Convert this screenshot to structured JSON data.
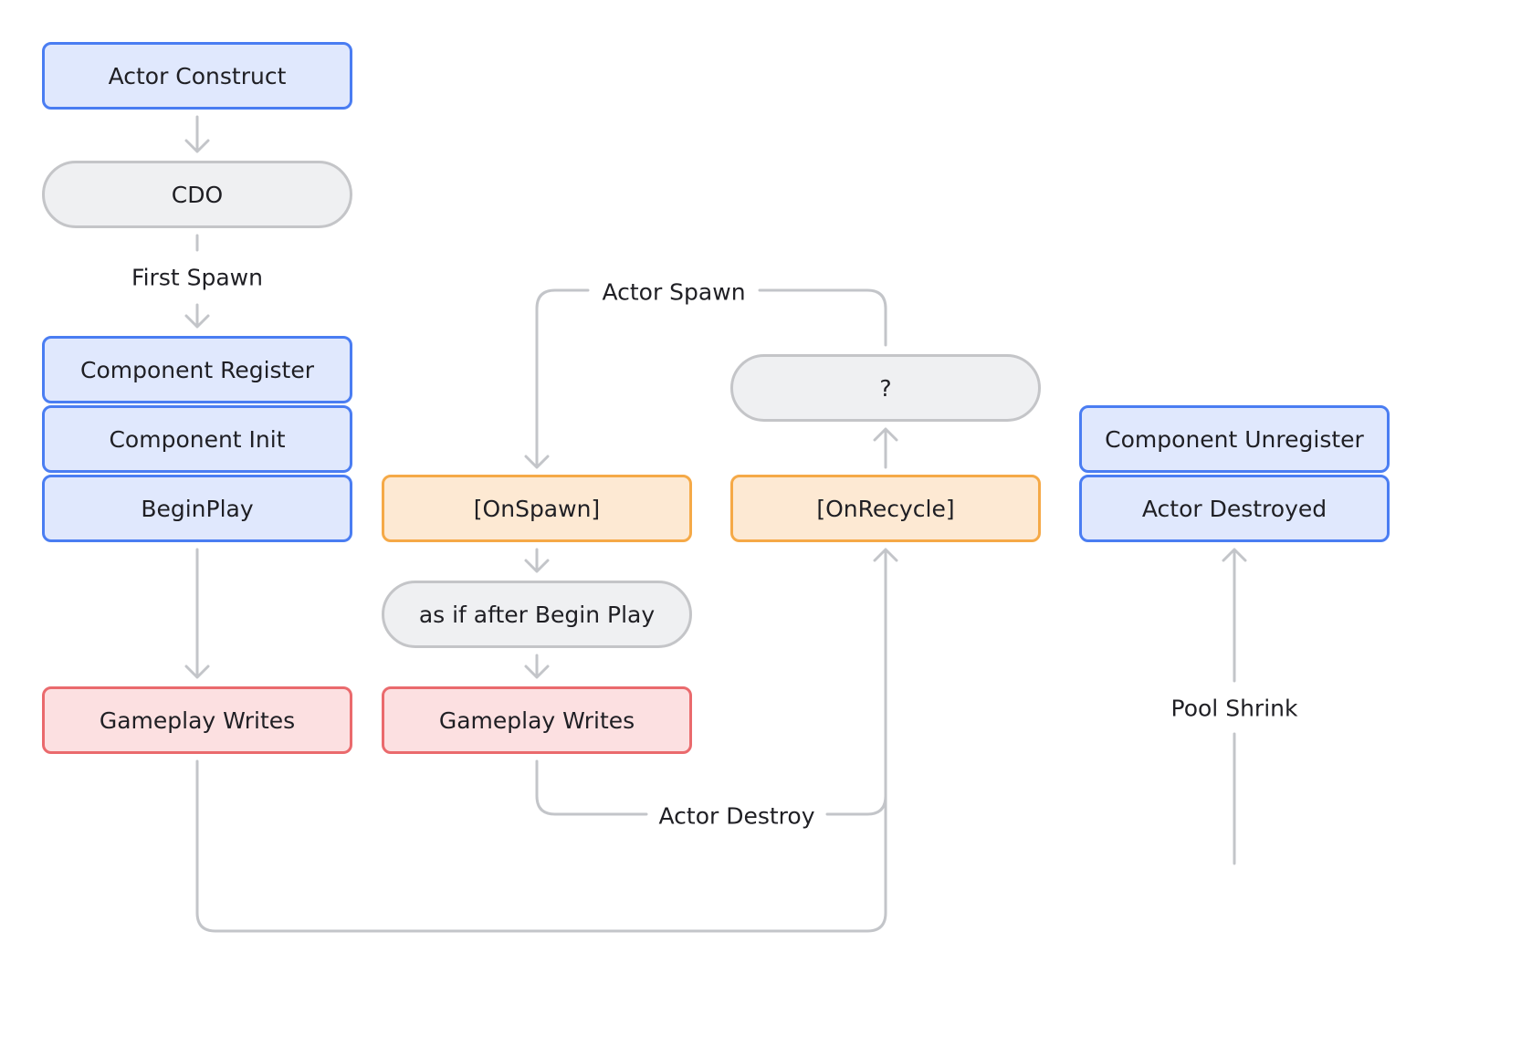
{
  "nodes": {
    "actor_construct": "Actor Construct",
    "cdo": "CDO",
    "component_register": "Component Register",
    "component_init": "Component Init",
    "begin_play": "BeginPlay",
    "gameplay_writes_1": "Gameplay Writes",
    "on_spawn": "[OnSpawn]",
    "as_if_after_begin_play": "as if after Begin Play",
    "gameplay_writes_2": "Gameplay Writes",
    "unknown": "?",
    "on_recycle": "[OnRecycle]",
    "component_unregister": "Component Unregister",
    "actor_destroyed": "Actor Destroyed"
  },
  "edges": {
    "first_spawn": "First Spawn",
    "actor_spawn": "Actor Spawn",
    "actor_destroy": "Actor Destroy",
    "pool_shrink": "Pool Shrink"
  },
  "colors": {
    "edge": "#c3c5c9",
    "blue_fill": "#e0e8fd",
    "blue_border": "#4a7df2",
    "gray_fill": "#eff0f2",
    "gray_border": "#c4c5c8",
    "orange_fill": "#fde9d3",
    "orange_border": "#f5a947",
    "red_fill": "#fce0e1",
    "red_border": "#ea6a6d"
  }
}
